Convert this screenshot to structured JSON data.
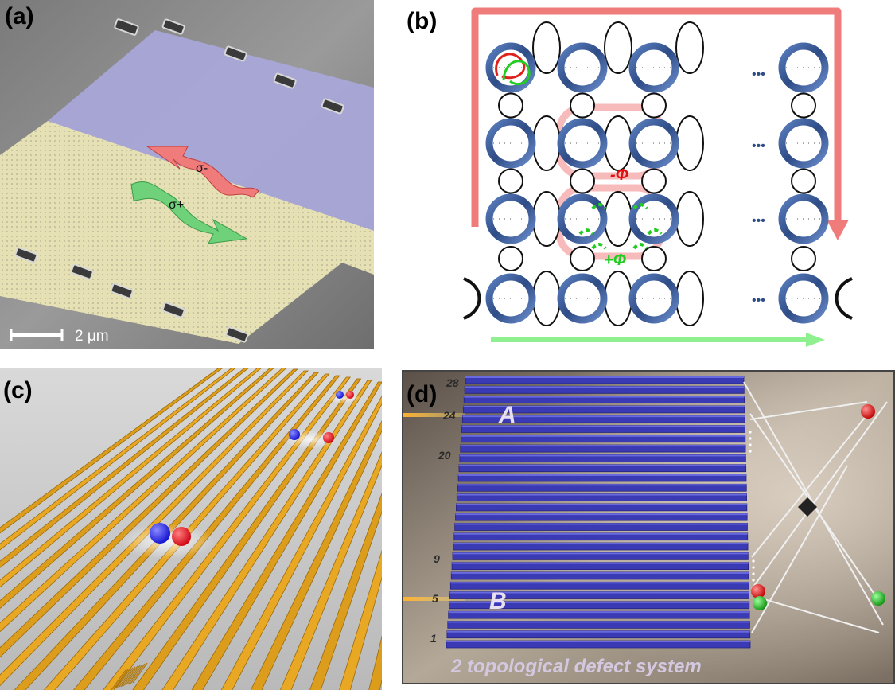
{
  "panels": {
    "a": {
      "label": "(a)",
      "scale_bar": "2 μm",
      "sigma_minus": "σ-",
      "sigma_plus": "σ+"
    },
    "b": {
      "label": "(b)",
      "ellipsis": "•••",
      "phi_minus": "-Φ",
      "phi_plus": "+Φ"
    },
    "c": {
      "label": "(c)"
    },
    "d": {
      "label": "(d)",
      "tick_28": "28",
      "tick_24": "24",
      "tick_20": "20",
      "tick_9": "9",
      "tick_5": "5",
      "tick_1": "1",
      "label_A": "A",
      "label_B": "B",
      "caption": "2 topological defect system"
    }
  },
  "colors": {
    "sem_gray": "#8a8a8a",
    "purple_region": "#a9a6d8",
    "yellow_region": "#e6e1b4",
    "ring_blue": "#3f5f9a",
    "arrow_red": "#f07b7b",
    "arrow_green": "#7ee87e",
    "gold": "#e2a21e",
    "rod_blue": "#3a3ab4",
    "panel_d_bg": "#a69a8c"
  }
}
